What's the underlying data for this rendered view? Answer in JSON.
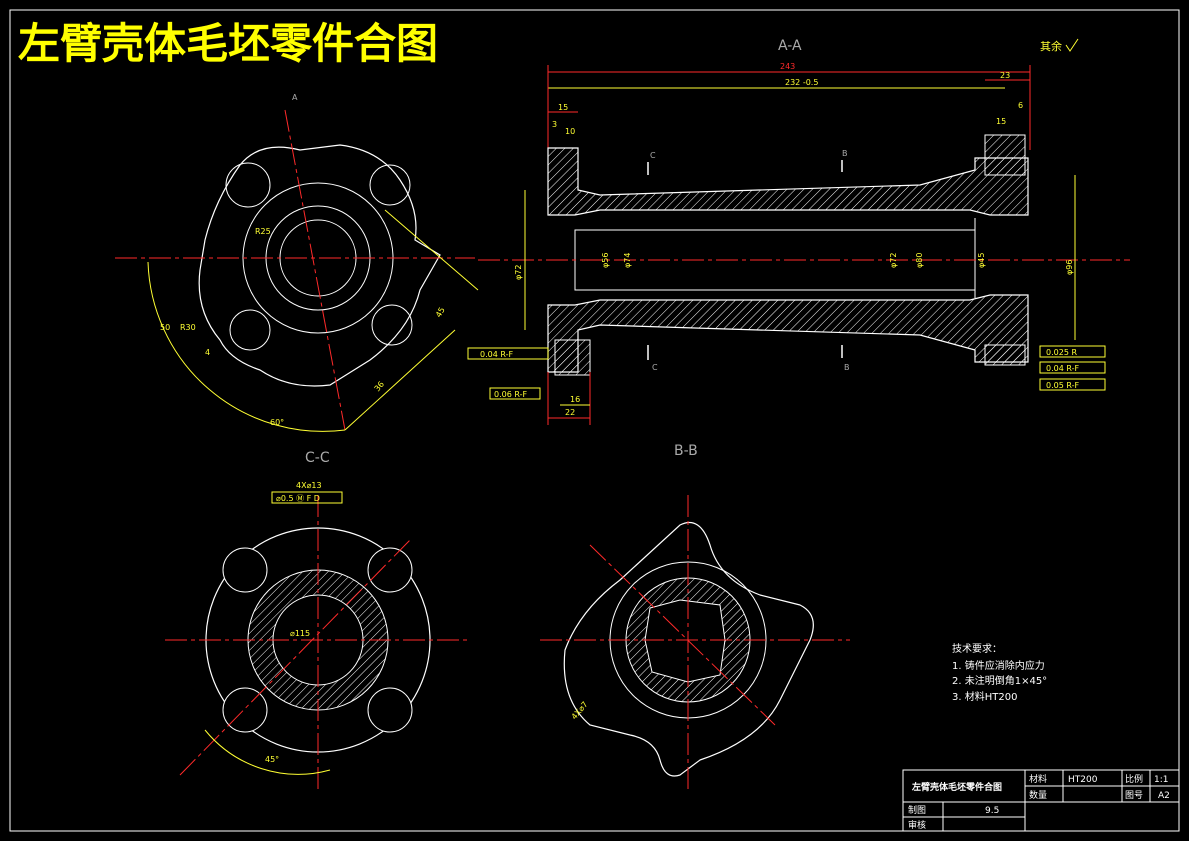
{
  "drawing": {
    "title": "左臂壳体毛坯零件合图",
    "roughness_note": "其余",
    "colors": {
      "background": "#000000",
      "outline": "#ffffff",
      "centerline": "#ff2a2a",
      "dimension": "#ffff33",
      "hatch": "#ffffff",
      "red_dim": "#ff2a2a"
    }
  },
  "views": {
    "aa": {
      "label": "A-A"
    },
    "cc": {
      "label": "C-C"
    },
    "bb": {
      "label": "B-B"
    },
    "end": {
      "label": ""
    }
  },
  "section_marks": {
    "a": "A",
    "b": "B",
    "c": "C"
  },
  "dimensions": {
    "overall_length": "243",
    "inner_length": "232 -0.5",
    "top_right_23": "23",
    "top_right_6": "6",
    "left_15": "15",
    "left_3": "3",
    "left_10": "10",
    "right_15": "15",
    "bottom_left_22": "22",
    "bottom_left_16": "16",
    "dia_left": "φ72",
    "dia_56": "φ56",
    "dia_74": "φ74",
    "dia_72b": "φ72",
    "dia_80": "φ80",
    "dia_45": "φ45",
    "dia_right": "φ96",
    "r25": "R25",
    "r30": "R30",
    "dist_36": "36",
    "dist_45": "45",
    "angle_60": "60°",
    "angle_50": "50",
    "angle_4": "4",
    "holes": "4X⌀13",
    "holes_b": "4X⌀7",
    "dia_115": "⌀115",
    "angle_45": "45°"
  },
  "tolerances": {
    "tol1": "0.04 R-F",
    "tol2": "0.06 R-F",
    "tol3": "0.025 R",
    "tol4": "0.04 R-F",
    "tol5": "0.05 R-F",
    "pos_tol": "⌀0.5 Ⓜ F D"
  },
  "tech_requirements": {
    "heading": "技术要求：",
    "items": [
      "1. 铸件应消除内应力",
      "2. 未注明倒角1×45°",
      "3. 材料HT200"
    ]
  },
  "title_block": {
    "name": "左臂壳体毛坯零件合图",
    "material_label": "材料",
    "material_value": "HT200",
    "scale_label": "比例",
    "scale_value": "1:1",
    "quantity_label": "数量",
    "drawing_no_label": "图号",
    "drawing_no_value": "A2",
    "drawn_label": "制图",
    "drawn_value": "9.5",
    "checked_label": "审核"
  }
}
